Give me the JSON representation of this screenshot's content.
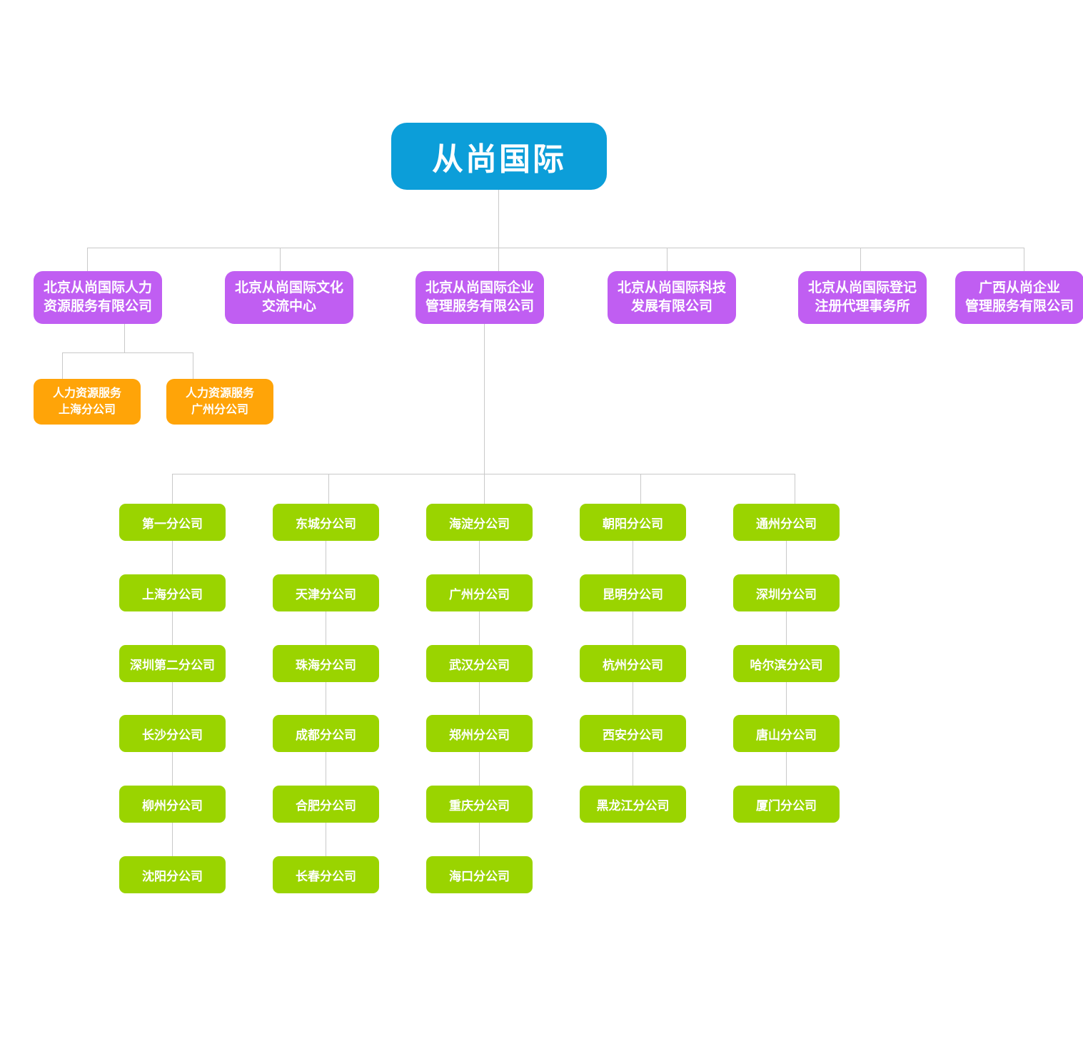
{
  "colors": {
    "root": "#0c9ed9",
    "l1": "#c05ef2",
    "branch": "#ffa408",
    "leaf": "#9ad400",
    "line": "#c9c9c9",
    "text": "#ffffff"
  },
  "org": {
    "root": "从尚国际",
    "level1": [
      "北京从尚国际人力\n资源服务有限公司",
      "北京从尚国际文化\n交流中心",
      "北京从尚国际企业\n管理服务有限公司",
      "北京从尚国际科技\n发展有限公司",
      "北京从尚国际登记\n注册代理事务所",
      "广西从尚企业\n管理服务有限公司"
    ],
    "hr_branches": [
      "人力资源服务\n上海分公司",
      "人力资源服务\n广州分公司"
    ],
    "leaf_columns": [
      [
        "第一分公司",
        "上海分公司",
        "深圳第二分公司",
        "长沙分公司",
        "柳州分公司",
        "沈阳分公司"
      ],
      [
        "东城分公司",
        "天津分公司",
        "珠海分公司",
        "成都分公司",
        "合肥分公司",
        "长春分公司"
      ],
      [
        "海淀分公司",
        "广州分公司",
        "武汉分公司",
        "郑州分公司",
        "重庆分公司",
        "海口分公司"
      ],
      [
        "朝阳分公司",
        "昆明分公司",
        "杭州分公司",
        "西安分公司",
        "黑龙江分公司"
      ],
      [
        "通州分公司",
        "深圳分公司",
        "哈尔滨分公司",
        "唐山分公司",
        "厦门分公司"
      ]
    ]
  }
}
